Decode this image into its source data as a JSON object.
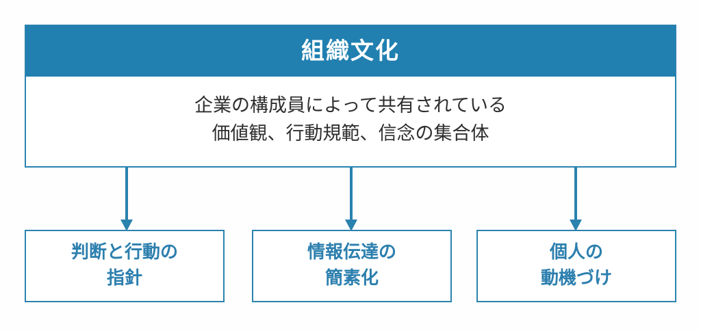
{
  "diagram": {
    "main": {
      "title": "組織文化",
      "description_lines": [
        "企業の構成員によって共有されている",
        "価値観、行動規範、信念の集合体"
      ]
    },
    "outcomes": [
      {
        "lines": [
          "判断と行動の",
          "指針"
        ]
      },
      {
        "lines": [
          "情報伝達の",
          "簡素化"
        ]
      },
      {
        "lines": [
          "個人の",
          "動機づけ"
        ]
      }
    ],
    "colors": {
      "header_blue": "#2180b0",
      "border_blue": "#2a82ae",
      "outcome_text_blue": "#2c7fae",
      "body_text": "#2e2e2e",
      "title_text": "#ffffff",
      "background": "#fefefe"
    }
  }
}
